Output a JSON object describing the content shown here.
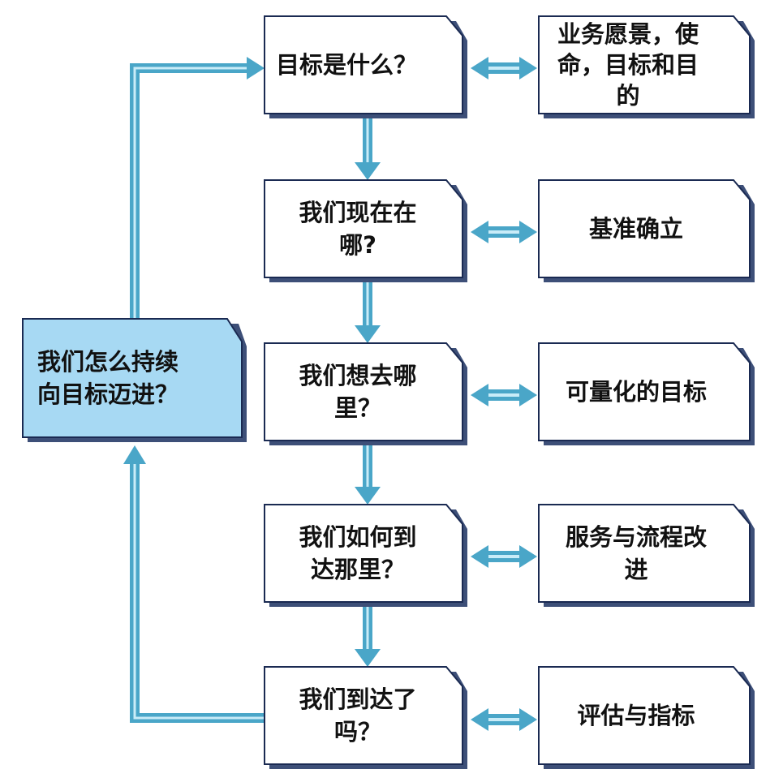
{
  "colors": {
    "arrow": "#4aa6c8",
    "arrow_light": "#c9ecf8",
    "box_border": "#1a2a52",
    "box_fill": "#ffffff",
    "left_box_fill": "#a7d9f3"
  },
  "left_box": {
    "lines": [
      "我们怎么持续",
      "向目标迈进？"
    ]
  },
  "steps": [
    {
      "lines": [
        "目标是什么？"
      ]
    },
    {
      "lines": [
        "我们现在在",
        "哪?"
      ]
    },
    {
      "lines": [
        "我们想去哪",
        "里？"
      ]
    },
    {
      "lines": [
        "我们如何到",
        "达那里？"
      ]
    },
    {
      "lines": [
        "我们到达了",
        "吗？"
      ]
    }
  ],
  "outcomes": [
    {
      "lines": [
        "业务愿景，使",
        "命，目标和目",
        "的"
      ]
    },
    {
      "lines": [
        "基准确立"
      ]
    },
    {
      "lines": [
        "可量化的目标"
      ]
    },
    {
      "lines": [
        "服务与流程改",
        "进"
      ]
    },
    {
      "lines": [
        "评估与指标"
      ]
    }
  ]
}
